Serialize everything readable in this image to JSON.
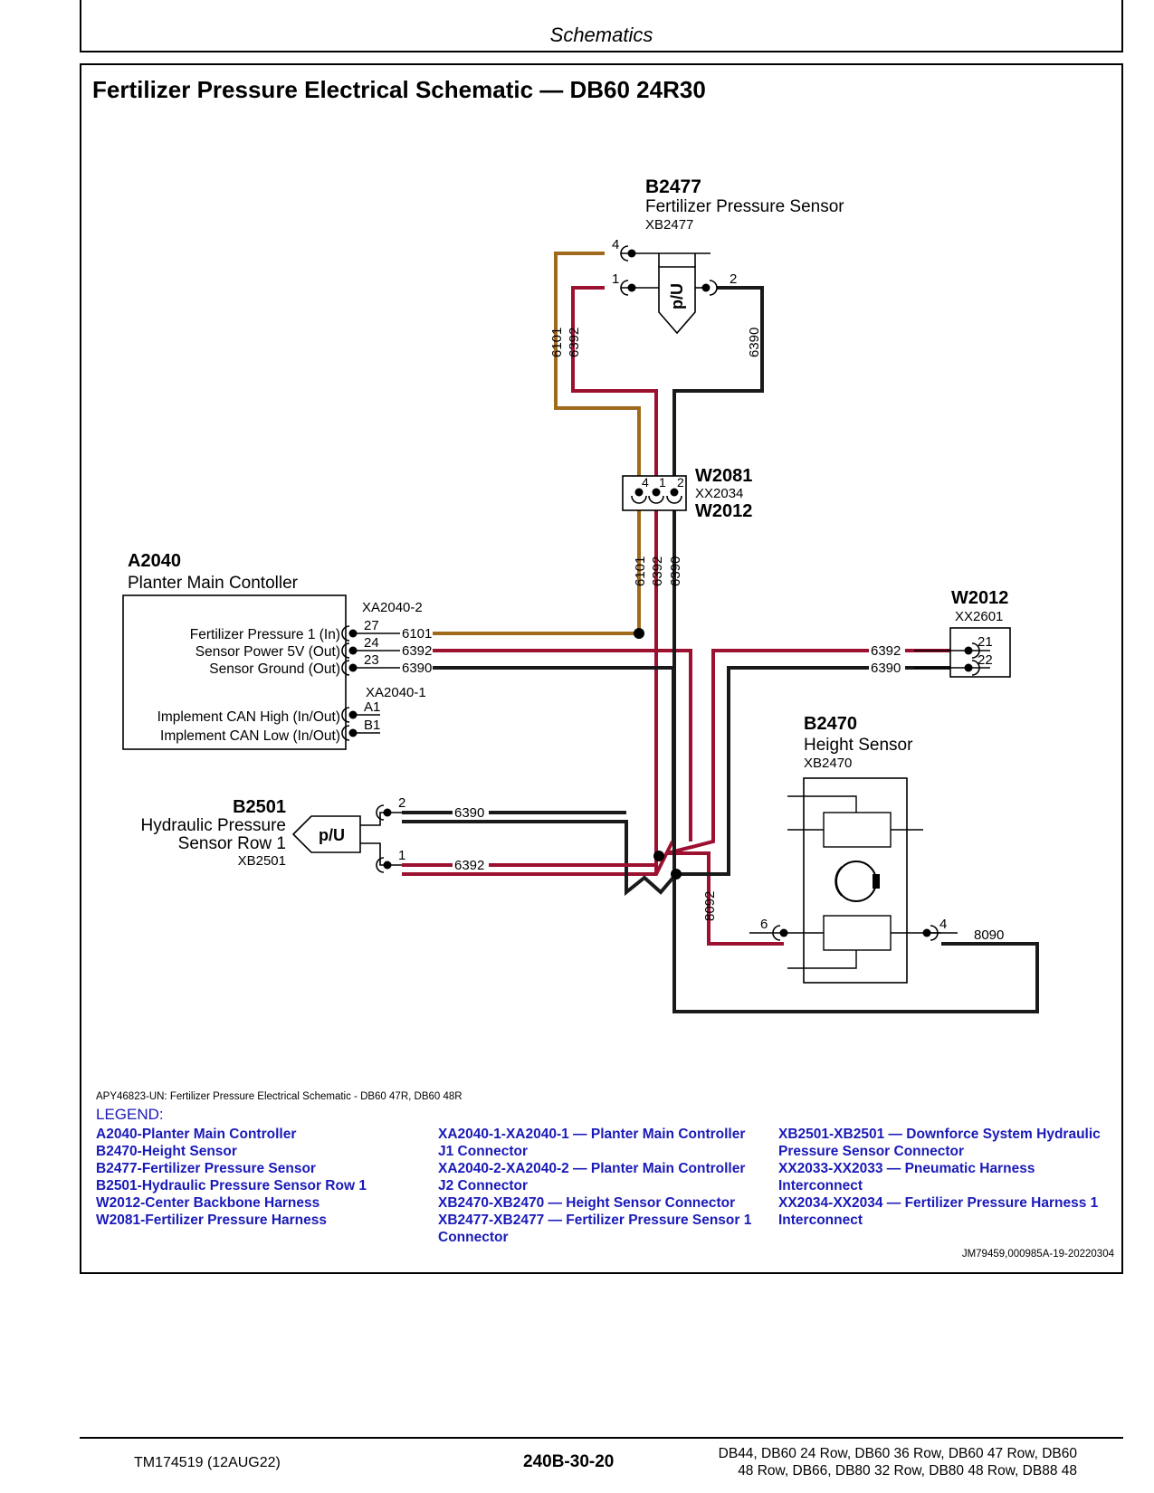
{
  "header": {
    "section": "Schematics"
  },
  "title": "Fertilizer Pressure Electrical Schematic — DB60 24R30",
  "components": {
    "b2477": {
      "id": "B2477",
      "name": "Fertilizer Pressure Sensor",
      "connector": "XB2477",
      "symbol": "p/U",
      "pins": [
        "4",
        "1",
        "2"
      ]
    },
    "w2081": {
      "id": "W2081",
      "connector": "XX2034",
      "id2": "W2012",
      "pins": [
        "4",
        "1",
        "2"
      ]
    },
    "a2040": {
      "id": "A2040",
      "name": "Planter Main Contoller",
      "conn2": "XA2040-2",
      "conn1": "XA2040-1",
      "signals": [
        "Fertilizer Pressure 1 (In)",
        "Sensor Power 5V (Out)",
        "Sensor Ground (Out)",
        "Implement CAN High (In/Out)",
        "Implement CAN Low (In/Out)"
      ],
      "pins": [
        "27",
        "24",
        "23",
        "A1",
        "B1"
      ]
    },
    "w2012": {
      "id": "W2012",
      "connector": "XX2601",
      "pins": [
        "21",
        "22"
      ]
    },
    "b2470": {
      "id": "B2470",
      "name": "Height Sensor",
      "connector": "XB2470",
      "pins": [
        "6",
        "4"
      ]
    },
    "b2501": {
      "id": "B2501",
      "name_line1": "Hydraulic Pressure",
      "name_line2": "Sensor Row 1",
      "connector": "XB2501",
      "symbol": "p/U",
      "pins": [
        "2",
        "1"
      ]
    }
  },
  "wires": {
    "w6101": "6101",
    "w6392": "6392",
    "w6390": "6390",
    "w8092": "8092",
    "w8090": "8090"
  },
  "colors": {
    "brown": "#a06a1c",
    "red": "#9c1030",
    "black": "#1a1a1a",
    "legend": "#1a1ab8"
  },
  "caption": "APY46823-UN: Fertilizer Pressure Electrical Schematic - DB60 47R, DB60 48R",
  "legend": {
    "title": "LEGEND:",
    "col1": [
      "A2040-Planter Main Controller",
      "B2470-Height Sensor",
      "B2477-Fertilizer Pressure Sensor",
      "B2501-Hydraulic Pressure Sensor Row 1",
      "W2012-Center Backbone Harness",
      "W2081-Fertilizer Pressure Harness"
    ],
    "col2": [
      "XA2040-1-XA2040-1 — Planter Main Controller J1 Connector",
      "XA2040-2-XA2040-2 — Planter Main Controller J2 Connector",
      "XB2470-XB2470 — Height Sensor Connector",
      "XB2477-XB2477 — Fertilizer Pressure Sensor 1 Connector"
    ],
    "col3": [
      "XB2501-XB2501 — Downforce System Hydraulic Pressure Sensor Connector",
      "XX2033-XX2033 — Pneumatic Harness Interconnect",
      "XX2034-XX2034 — Fertilizer Pressure Harness 1 Interconnect"
    ]
  },
  "doc_id": "JM79459,000985A-19-20220304",
  "footer": {
    "left": "TM174519 (12AUG22)",
    "center": "240B-30-20",
    "right_line1": "DB44, DB60 24 Row, DB60 36 Row, DB60 47 Row, DB60",
    "right_line2": "48 Row, DB66, DB80 32 Row, DB80 48 Row, DB88 48"
  }
}
